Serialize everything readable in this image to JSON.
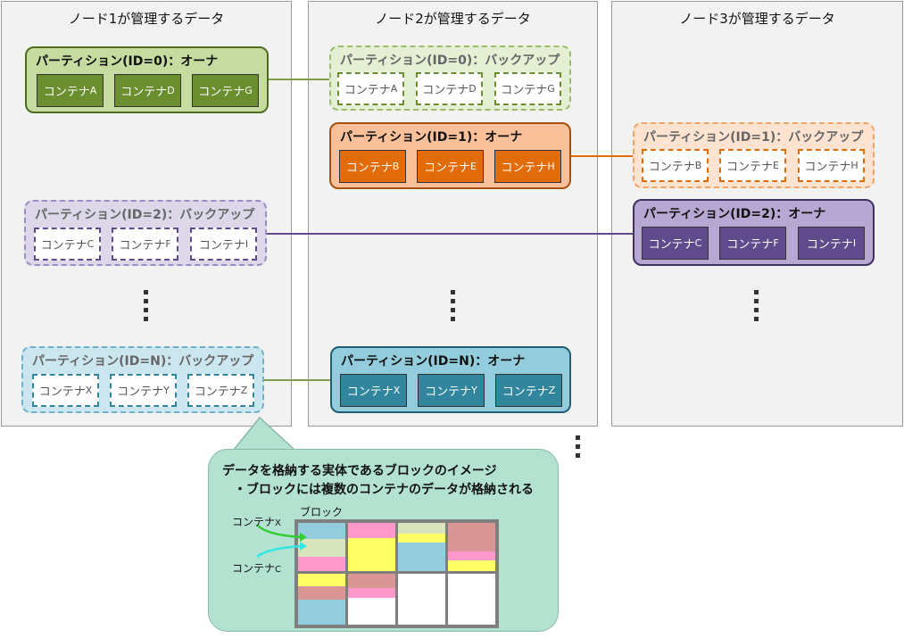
{
  "nodes": [
    {
      "title": "ノード1が管理するデータ"
    },
    {
      "title": "ノード2が管理するデータ"
    },
    {
      "title": "ノード3が管理するデータ"
    }
  ],
  "partitions": {
    "p0_owner": {
      "title": "パーティション(ID=0)：オーナ",
      "containers": [
        {
          "base": "コンテナ",
          "suffix": "A"
        },
        {
          "base": "コンテナ",
          "suffix": "D"
        },
        {
          "base": "コンテナ",
          "suffix": "G"
        }
      ]
    },
    "p0_backup": {
      "title": "パーティション(ID=0)：バックアップ",
      "containers": [
        {
          "base": "コンテナ",
          "suffix": "A"
        },
        {
          "base": "コンテナ",
          "suffix": "D"
        },
        {
          "base": "コンテナ",
          "suffix": "G"
        }
      ]
    },
    "p1_owner": {
      "title": "パーティション(ID=1)：オーナ",
      "containers": [
        {
          "base": "コンテナ",
          "suffix": "B"
        },
        {
          "base": "コンテナ",
          "suffix": "E"
        },
        {
          "base": "コンテナ",
          "suffix": "H"
        }
      ]
    },
    "p1_backup": {
      "title": "パーティション(ID=1)：バックアップ",
      "containers": [
        {
          "base": "コンテナ",
          "suffix": "B"
        },
        {
          "base": "コンテナ",
          "suffix": "E"
        },
        {
          "base": "コンテナ",
          "suffix": "H"
        }
      ]
    },
    "p2_backup": {
      "title": "パーティション(ID=2)：バックアップ",
      "containers": [
        {
          "base": "コンテナ",
          "suffix": "C"
        },
        {
          "base": "コンテナ",
          "suffix": "F"
        },
        {
          "base": "コンテナ",
          "suffix": "I"
        }
      ]
    },
    "p2_owner": {
      "title": "パーティション(ID=2)：オーナ",
      "containers": [
        {
          "base": "コンテナ",
          "suffix": "C"
        },
        {
          "base": "コンテナ",
          "suffix": "F"
        },
        {
          "base": "コンテナ",
          "suffix": "I"
        }
      ]
    },
    "pN_backup": {
      "title": "パーティション(ID=N)：バックアップ",
      "containers": [
        {
          "base": "コンテナ",
          "suffix": "X"
        },
        {
          "base": "コンテナ",
          "suffix": "Y"
        },
        {
          "base": "コンテナ",
          "suffix": "Z"
        }
      ]
    },
    "pN_owner": {
      "title": "パーティション(ID=N)：オーナ",
      "containers": [
        {
          "base": "コンテナ",
          "suffix": "X"
        },
        {
          "base": "コンテナ",
          "suffix": "Y"
        },
        {
          "base": "コンテナ",
          "suffix": "Z"
        }
      ]
    }
  },
  "colors": {
    "green_dark": "#6b8e2e",
    "green_border": "#4e6b1e",
    "green_light": "#c5dba0",
    "green_backup_bg": "#e4efd4",
    "green_backup_border": "#9cbb6a",
    "orange_dark": "#e36c0a",
    "orange_border": "#a84f0a",
    "orange_light": "#f9c09a",
    "orange_backup_bg": "#fde3d0",
    "orange_backup_border": "#f2a467",
    "purple_dark": "#5f4a8b",
    "purple_border": "#3e3060",
    "purple_light": "#b6a8d2",
    "purple_backup_bg": "#ddd7ea",
    "purple_backup_border": "#9c8cc4",
    "teal_dark": "#31859c",
    "teal_border": "#1f5e70",
    "teal_light": "#93cddd",
    "teal_backup_bg": "#cce6ef",
    "teal_backup_border": "#6fb2c8"
  },
  "bubble": {
    "line1": "データを格納する実体であるブロックのイメージ",
    "line2": "・ブロックには複数のコンテナのデータが格納される",
    "block_label": "ブロック",
    "container_x": {
      "base": "コンテナ",
      "suffix": "X"
    },
    "container_c": {
      "base": "コンテナ",
      "suffix": "C"
    }
  }
}
